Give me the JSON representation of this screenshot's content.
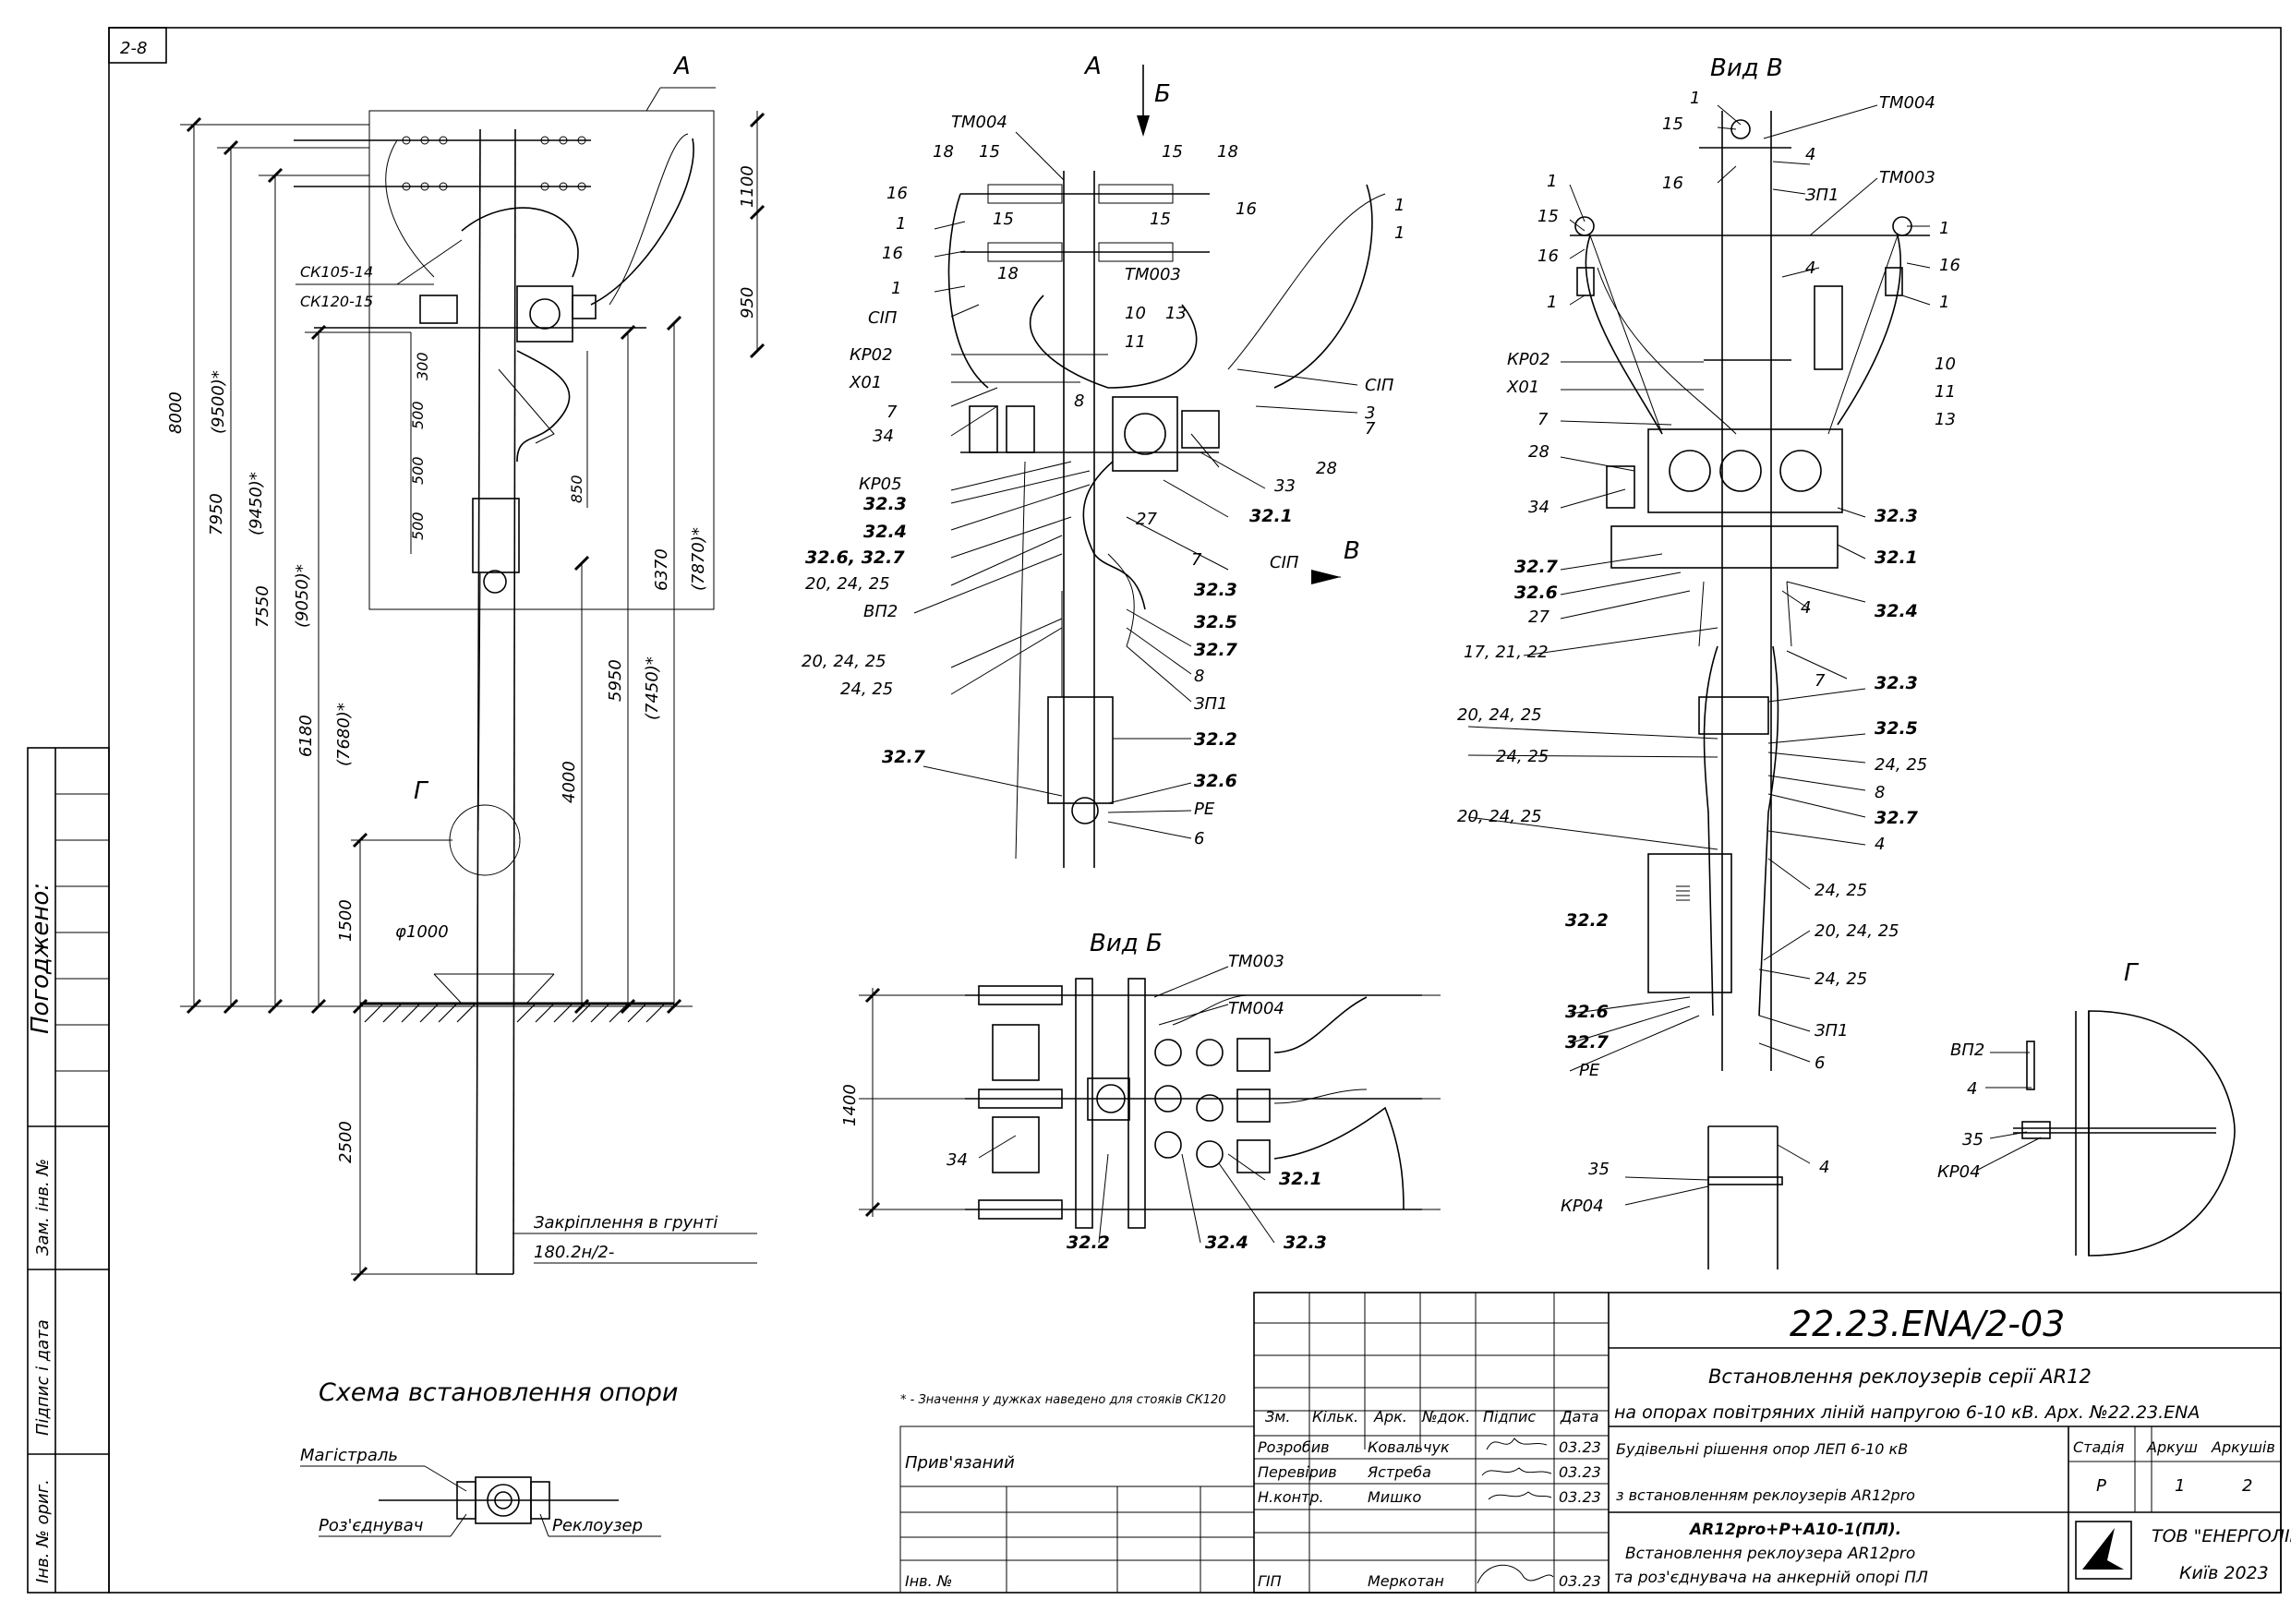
{
  "sheet": {
    "corner_label": "2-8",
    "left_strip": {
      "approved": "Погоджено:",
      "replaced_inv": "Зам. інв. №",
      "signature_date": "Підпис і дата",
      "inv_orig": "Інв. № ориг."
    }
  },
  "views": {
    "view_a": "А",
    "view_a_arrow": "Б",
    "view_v": "Вид В",
    "view_b": "Вид Б",
    "view_g": "Г",
    "view_g_marker": "Г",
    "view_v_arrow": "В",
    "scheme_a": "А"
  },
  "scheme": {
    "title": "Схема встановлення опори",
    "mainline": "Магістраль",
    "disconnector": "Роз'єднувач",
    "recloser": "Реклоузер",
    "footnote": "* - Значення у дужках наведено для стояків СК120",
    "grounding": "Закріплення в грунті",
    "grounding_ref": "180.2н/2-",
    "poles": [
      "СК105-14",
      "СК120-15"
    ],
    "dims_vertical": [
      "8000",
      "(9500)*",
      "7950",
      "(9450)*",
      "7550",
      "(9050)*",
      "6180",
      "(7680)*",
      "1500",
      "2500",
      "4000",
      "5950",
      "(7450)*",
      "6370",
      "(7870)*",
      "1100",
      "950",
      "300",
      "500",
      "500",
      "500",
      "850"
    ],
    "diameter": "φ1000"
  },
  "labels_a": [
    "ТМ004",
    "18",
    "15",
    "15",
    "18",
    "16",
    "1",
    "15",
    "15",
    "16",
    "16",
    "18",
    "ТМ003",
    "1",
    "10",
    "13",
    "11",
    "СІП",
    "КР02",
    "Х01",
    "7",
    "34",
    "СІП",
    "7",
    "3",
    "8",
    "28",
    "КР05",
    "32.3",
    "32.4",
    "32.6, 32.7",
    "20, 24, 25",
    "ВП2",
    "20, 24, 25",
    "24, 25",
    "27",
    "33",
    "32.1",
    "СІП",
    "7",
    "32.3",
    "32.5",
    "32.7",
    "8",
    "ЗП1",
    "32.2",
    "32.7",
    "32.6",
    "РЕ",
    "6",
    "1",
    "1"
  ],
  "labels_v": [
    "1",
    "15",
    "16",
    "ТМ004",
    "4",
    "ЗП1",
    "1",
    "15",
    "16",
    "1",
    "ТМ003",
    "1",
    "16",
    "1",
    "4",
    "КР02",
    "Х01",
    "10",
    "11",
    "13",
    "7",
    "28",
    "34",
    "32.3",
    "32.1",
    "32.7",
    "32.6",
    "27",
    "4",
    "32.4",
    "17, 21, 22",
    "7",
    "32.3",
    "20, 24, 25",
    "32.5",
    "24, 25",
    "24, 25",
    "8",
    "20, 24, 25",
    "32.7",
    "4",
    "24, 25",
    "32.2",
    "20, 24, 25",
    "24, 25",
    "32.6",
    "ЗП1",
    "32.7",
    "РЕ",
    "6",
    "35",
    "КР04",
    "4"
  ],
  "labels_b": [
    "ТМ003",
    "ТМ004",
    "1400",
    "34",
    "32.1",
    "32.2",
    "32.4",
    "32.3"
  ],
  "labels_g": [
    "ВП2",
    "4",
    "35",
    "КР04"
  ],
  "title_block": {
    "doc_number": "22.23.ENA/2-03",
    "title_line1": "Встановлення реклоузерів серії AR12",
    "title_line2": "на опорах повітряних ліній напругою 6-10 кВ. Арх. №22.23.ENA",
    "section": "Будівельні рішення опор ЛЕП 6-10 кВ",
    "section2": "з встановленням реклоузерів AR12pro",
    "drawing_name1": "AR12pro+Р+А10-1(ПЛ).",
    "drawing_name2": "Встановлення реклоузера AR12pro",
    "drawing_name3": "та роз'єднувача на анкерній опорі ПЛ",
    "header": [
      "Зм.",
      "Кільк.",
      "Арк.",
      "№док.",
      "Підпис",
      "Дата"
    ],
    "rows": [
      {
        "role": "Розробив",
        "name": "Ковальчук",
        "date": "03.23"
      },
      {
        "role": "Перевірив",
        "name": "Ястреба",
        "date": "03.23"
      },
      {
        "role": "Н.контр.",
        "name": "Мишко",
        "date": "03.23"
      },
      {
        "role": "ГІП",
        "name": "Меркотан",
        "date": "03.23"
      }
    ],
    "stage_label": "Стадія",
    "sheet_label": "Аркуш",
    "sheets_label": "Аркушів",
    "stage": "Р",
    "sheet": "1",
    "sheets": "2",
    "company": "ТОВ \"ЕНЕРГОЛІГА\"",
    "city_year": "Київ 2023",
    "bound": "Прив'язаний",
    "inv": "Інв. №"
  }
}
